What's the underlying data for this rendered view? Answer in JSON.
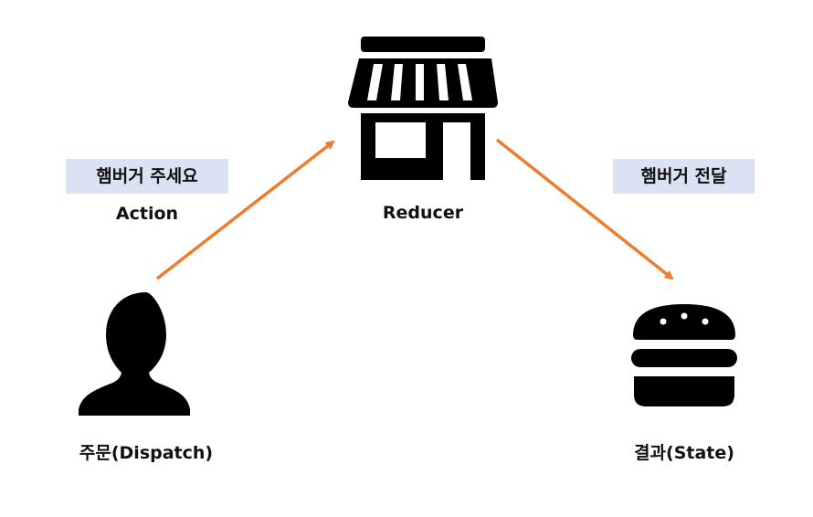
{
  "nodes": {
    "reducer": {
      "label": "Reducer",
      "icon": "store-icon"
    },
    "dispatch": {
      "label": "주문(Dispatch)",
      "icon": "person-icon"
    },
    "state": {
      "label": "결과(State)",
      "icon": "hamburger-icon"
    }
  },
  "edges": {
    "action": {
      "message": "햄버거 주세요",
      "label": "Action"
    },
    "deliver": {
      "message": "햄버거 전달"
    }
  },
  "colors": {
    "arrow": "#ED7D31",
    "tag_bg": "#DAE3F3",
    "icon": "#000000",
    "text": "#111111"
  }
}
